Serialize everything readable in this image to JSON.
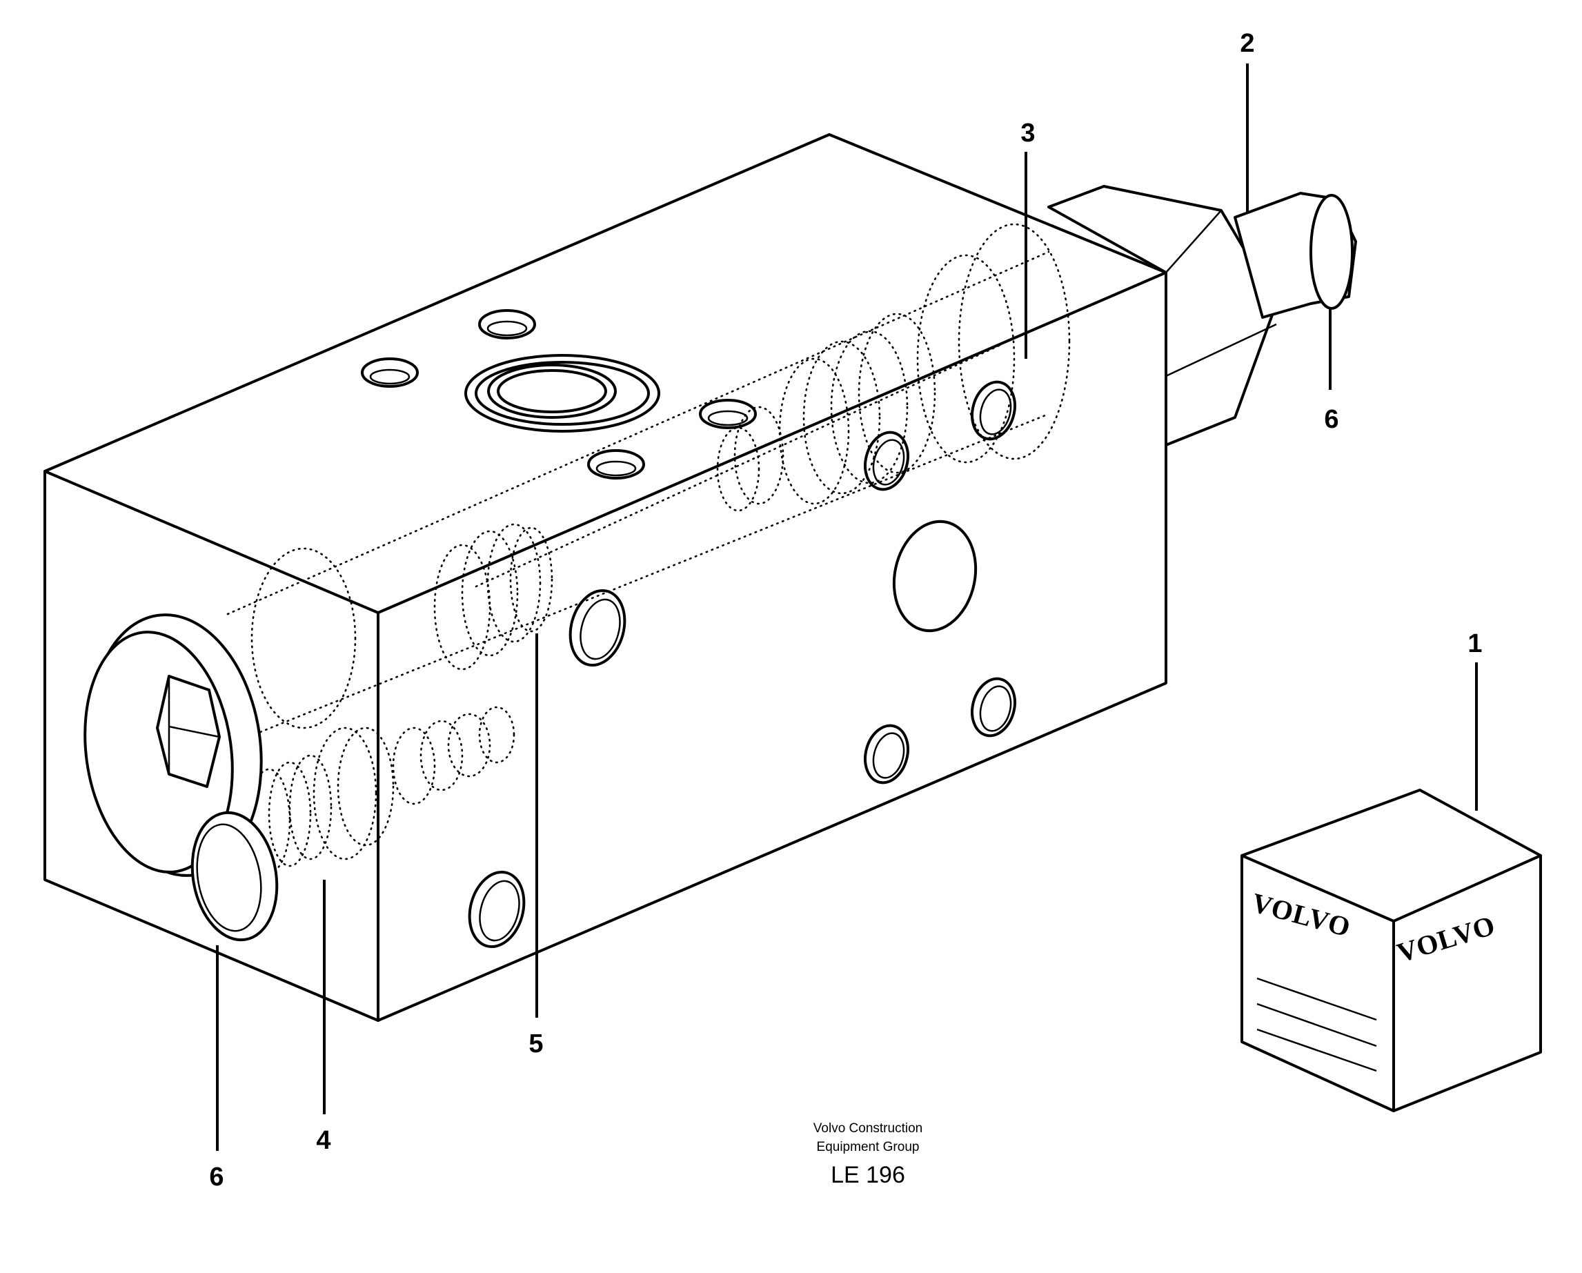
{
  "callouts": {
    "c1": "1",
    "c2": "2",
    "c3": "3",
    "c4": "4",
    "c5": "5",
    "c6_left": "6",
    "c6_right": "6"
  },
  "kit_box": {
    "brand_left": "VOLVO",
    "brand_right": "VOLVO"
  },
  "credit": {
    "line1": "Volvo Construction",
    "line2": "Equipment Group",
    "code": "LE 196"
  }
}
